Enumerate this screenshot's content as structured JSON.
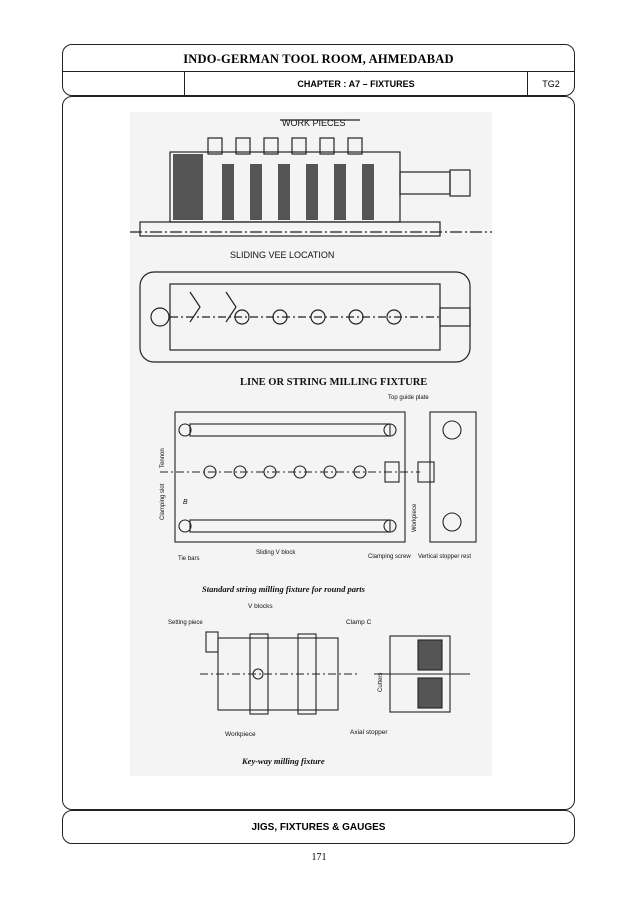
{
  "header": {
    "title": "INDO-GERMAN TOOL ROOM, AHMEDABAD",
    "chapter": "CHAPTER : A7 – FIXTURES",
    "code": "TG2"
  },
  "figure": {
    "line_milling": {
      "work_pieces_label": "WORK PIECES",
      "sliding_vee_label": "SLIDING VEE LOCATION",
      "caption": "LINE OR STRING MILLING FIXTURE"
    },
    "string_milling": {
      "top_guide_plate": "Top guide plate",
      "tennon": "Tennon",
      "clamping_slot": "Clamping slot",
      "b_label": "B",
      "tie_bars": "Tie bars",
      "sliding_v_block": "Sliding V block",
      "clamping_screw": "Clamping screw",
      "workpiece": "Workpiece",
      "vertical_stopper_rest": "Vertical stopper rest",
      "caption": "Standard string milling fixture for round parts"
    },
    "keyway": {
      "setting_piece": "Setting piece",
      "v_blocks": "V blocks",
      "clamp_c": "Clamp C",
      "cutters": "Cutters",
      "workpiece": "Workpiece",
      "axial_stopper": "Axial stopper",
      "caption": "Key-way milling fixture"
    }
  },
  "footer": {
    "subject": "JIGS, FIXTURES & GAUGES",
    "page_number": "171"
  }
}
